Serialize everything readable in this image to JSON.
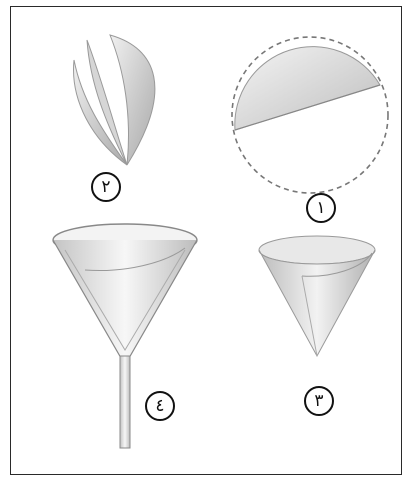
{
  "figure": {
    "steps": [
      {
        "label": "١",
        "icon": "paper-half-circle-icon"
      },
      {
        "label": "٢",
        "icon": "folded-paper-icon"
      },
      {
        "label": "٣",
        "icon": "paper-cone-icon"
      },
      {
        "label": "٤",
        "icon": "funnel-with-filter-icon"
      }
    ]
  }
}
